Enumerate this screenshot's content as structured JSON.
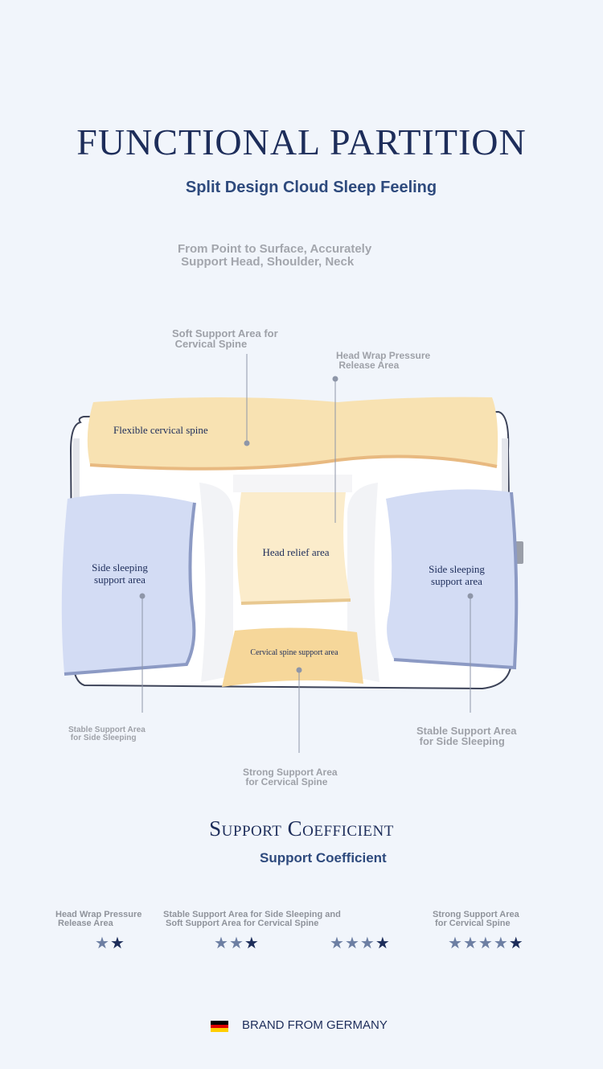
{
  "header": {
    "title": "FUNCTIONAL PARTITION",
    "subtitle": "Split Design Cloud Sleep Feeling",
    "description": "From Point to Surface, Accurately\n Support Head, Shoulder, Neck"
  },
  "diagram": {
    "callouts": {
      "soft_cervical": "Soft Support Area for\n Cervical Spine",
      "head_wrap": "Head Wrap Pressure\n Release Area",
      "stable_side_left": "Stable Support Area\n for Side Sleeping",
      "stable_side_right": "Stable Support Area\n for Side Sleeping",
      "strong_cervical": "Strong Support Area\n for Cervical Spine"
    },
    "zones": {
      "flexible_cervical": "Flexible cervical spine",
      "head_relief": "Head relief area",
      "side_left": "Side sleeping\nsupport area",
      "side_right": "Side sleeping\nsupport area",
      "cervical_support": "Cervical spine support area"
    },
    "colors": {
      "cervical": "#f8e2b2",
      "head": "#fbeccb",
      "side": "#d3dcf4",
      "lower": "#f6d79a"
    }
  },
  "support": {
    "title": "Support Coefficient",
    "subtitle": "Support Coefficient",
    "ratings": [
      {
        "label": "Head Wrap Pressure\n Release Area",
        "stars": 2
      },
      {
        "label": "Stable Support Area for Side Sleeping and\n Soft Support Area for Cervical Spine",
        "stars": 3
      },
      {
        "label": "",
        "stars": 4
      },
      {
        "label": "Strong Support Area\n for Cervical Spine",
        "stars": 5
      }
    ]
  },
  "footer": {
    "brand": "BRAND FROM GERMANY",
    "flag_colors": [
      "#000000",
      "#dd0000",
      "#ffce00"
    ]
  }
}
